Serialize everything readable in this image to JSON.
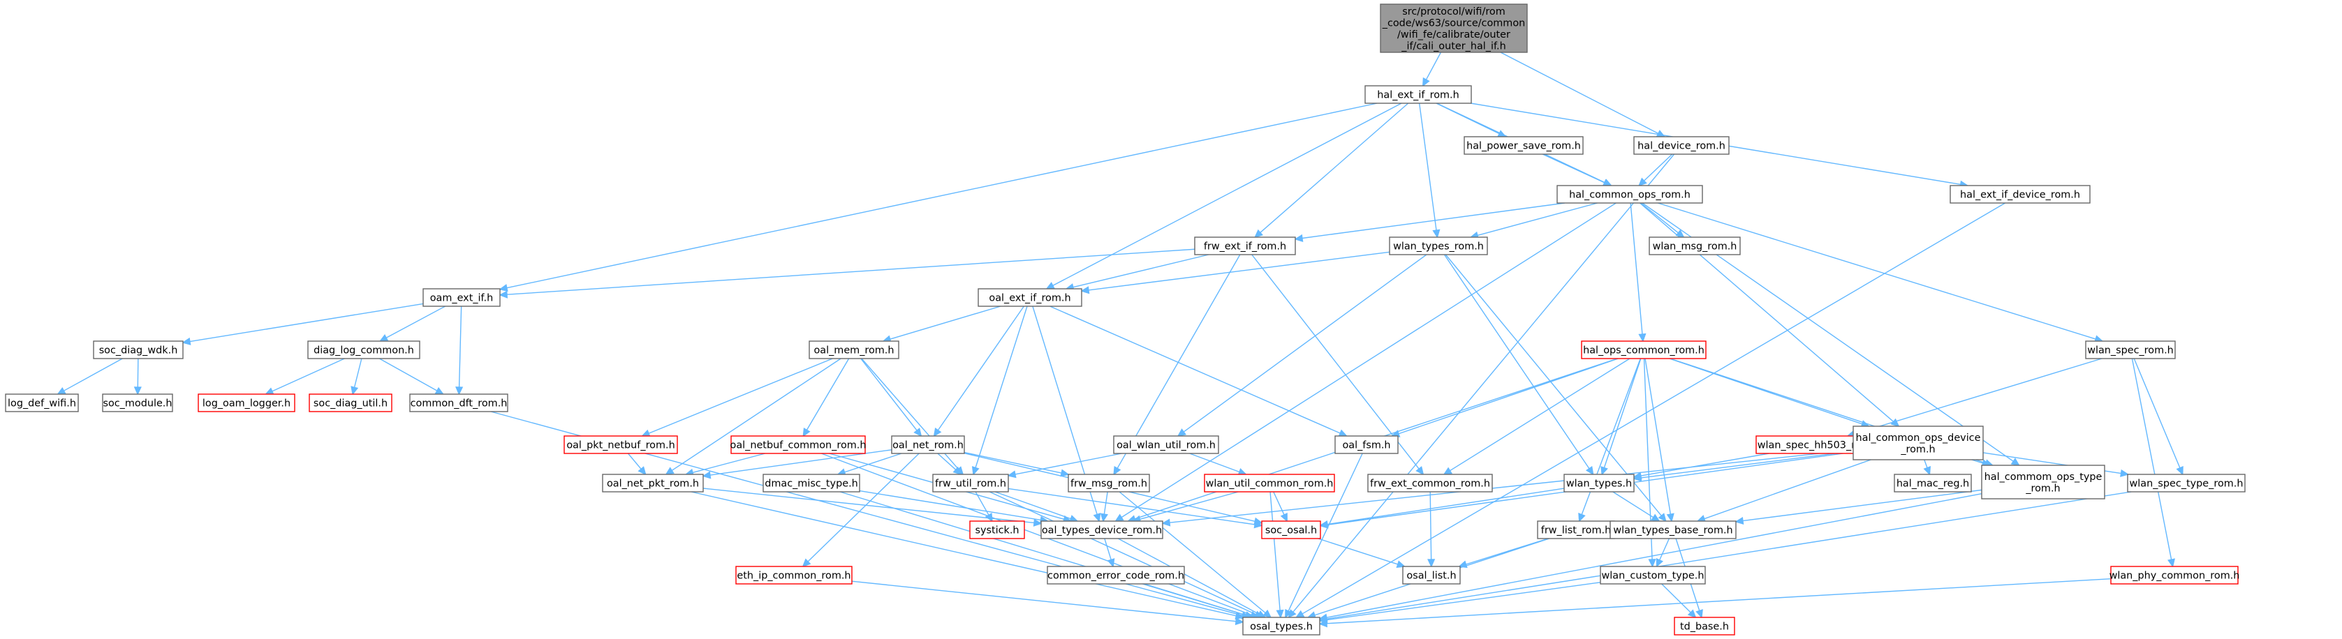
{
  "colors": {
    "edge": "#63b8ff",
    "node_border": "#666666",
    "node_fill": "#ffffff",
    "missing_border": "#ff0000",
    "root_fill": "#999999",
    "text": "#000000"
  },
  "nodes": [
    {
      "id": "root",
      "style": "root",
      "lines": [
        "src/protocol/wifi/rom",
        "_code/ws63/source/common",
        "/wifi_fe/calibrate/outer",
        "_if/cali_outer_hal_if.h"
      ]
    },
    {
      "id": "hal_ext_if_rom",
      "style": "normal",
      "lines": [
        "hal_ext_if_rom.h"
      ]
    },
    {
      "id": "hal_device_rom",
      "style": "normal",
      "lines": [
        "hal_device_rom.h"
      ]
    },
    {
      "id": "hal_power_save_rom",
      "style": "normal",
      "lines": [
        "hal_power_save_rom.h"
      ]
    },
    {
      "id": "hal_common_ops_rom",
      "style": "normal",
      "lines": [
        "hal_common_ops_rom.h"
      ]
    },
    {
      "id": "hal_ext_if_device_rom",
      "style": "normal",
      "lines": [
        "hal_ext_if_device_rom.h"
      ]
    },
    {
      "id": "frw_ext_if_rom",
      "style": "normal",
      "lines": [
        "frw_ext_if_rom.h"
      ]
    },
    {
      "id": "wlan_types_rom",
      "style": "normal",
      "lines": [
        "wlan_types_rom.h"
      ]
    },
    {
      "id": "wlan_msg_rom",
      "style": "normal",
      "lines": [
        "wlan_msg_rom.h"
      ]
    },
    {
      "id": "oam_ext_if",
      "style": "normal",
      "lines": [
        "oam_ext_if.h"
      ]
    },
    {
      "id": "oal_ext_if_rom",
      "style": "normal",
      "lines": [
        "oal_ext_if_rom.h"
      ]
    },
    {
      "id": "soc_diag_wdk",
      "style": "normal",
      "lines": [
        "soc_diag_wdk.h"
      ]
    },
    {
      "id": "diag_log_common",
      "style": "normal",
      "lines": [
        "diag_log_common.h"
      ]
    },
    {
      "id": "oal_mem_rom",
      "style": "normal",
      "lines": [
        "oal_mem_rom.h"
      ]
    },
    {
      "id": "hal_ops_common_rom",
      "style": "missing",
      "lines": [
        "hal_ops_common_rom.h"
      ]
    },
    {
      "id": "wlan_spec_rom",
      "style": "normal",
      "lines": [
        "wlan_spec_rom.h"
      ]
    },
    {
      "id": "log_def_wifi",
      "style": "normal",
      "lines": [
        "log_def_wifi.h"
      ]
    },
    {
      "id": "soc_module",
      "style": "normal",
      "lines": [
        "soc_module.h"
      ]
    },
    {
      "id": "log_oam_logger",
      "style": "missing",
      "lines": [
        "log_oam_logger.h"
      ]
    },
    {
      "id": "soc_diag_util",
      "style": "missing",
      "lines": [
        "soc_diag_util.h"
      ]
    },
    {
      "id": "common_dft_rom",
      "style": "normal",
      "lines": [
        "common_dft_rom.h"
      ]
    },
    {
      "id": "oal_pkt_netbuf_rom",
      "style": "missing",
      "lines": [
        "oal_pkt_netbuf_rom.h"
      ]
    },
    {
      "id": "oal_netbuf_common_rom",
      "style": "missing",
      "lines": [
        "oal_netbuf_common_rom.h"
      ]
    },
    {
      "id": "oal_net_rom",
      "style": "normal",
      "lines": [
        "oal_net_rom.h"
      ]
    },
    {
      "id": "oal_wlan_util_rom",
      "style": "normal",
      "lines": [
        "oal_wlan_util_rom.h"
      ]
    },
    {
      "id": "oal_fsm",
      "style": "normal",
      "lines": [
        "oal_fsm.h"
      ]
    },
    {
      "id": "wlan_spec_hh503_rom",
      "style": "missing",
      "lines": [
        "wlan_spec_hh503_rom.h"
      ]
    },
    {
      "id": "hal_common_ops_device_rom",
      "style": "normal",
      "lines": [
        "hal_common_ops_device",
        "_rom.h"
      ]
    },
    {
      "id": "oal_net_pkt_rom",
      "style": "normal",
      "lines": [
        "oal_net_pkt_rom.h"
      ]
    },
    {
      "id": "dmac_misc_type",
      "style": "normal",
      "lines": [
        "dmac_misc_type.h"
      ]
    },
    {
      "id": "frw_util_rom",
      "style": "normal",
      "lines": [
        "frw_util_rom.h"
      ]
    },
    {
      "id": "frw_msg_rom",
      "style": "normal",
      "lines": [
        "frw_msg_rom.h"
      ]
    },
    {
      "id": "wlan_util_common_rom",
      "style": "missing",
      "lines": [
        "wlan_util_common_rom.h"
      ]
    },
    {
      "id": "frw_ext_common_rom",
      "style": "normal",
      "lines": [
        "frw_ext_common_rom.h"
      ]
    },
    {
      "id": "wlan_types",
      "style": "normal",
      "lines": [
        "wlan_types.h"
      ]
    },
    {
      "id": "hal_mac_reg",
      "style": "normal",
      "lines": [
        "hal_mac_reg.h"
      ]
    },
    {
      "id": "hal_commom_ops_type_rom",
      "style": "normal",
      "lines": [
        "hal_commom_ops_type",
        "_rom.h"
      ]
    },
    {
      "id": "wlan_spec_type_rom",
      "style": "normal",
      "lines": [
        "wlan_spec_type_rom.h"
      ]
    },
    {
      "id": "systick",
      "style": "missing",
      "lines": [
        "systick.h"
      ]
    },
    {
      "id": "oal_types_device_rom",
      "style": "normal",
      "lines": [
        "oal_types_device_rom.h"
      ]
    },
    {
      "id": "soc_osal",
      "style": "missing",
      "lines": [
        "soc_osal.h"
      ]
    },
    {
      "id": "frw_list_rom",
      "style": "normal",
      "lines": [
        "frw_list_rom.h"
      ]
    },
    {
      "id": "wlan_types_base_rom",
      "style": "normal",
      "lines": [
        "wlan_types_base_rom.h"
      ]
    },
    {
      "id": "eth_ip_common_rom",
      "style": "missing",
      "lines": [
        "eth_ip_common_rom.h"
      ]
    },
    {
      "id": "common_error_code_rom",
      "style": "normal",
      "lines": [
        "common_error_code_rom.h"
      ]
    },
    {
      "id": "osal_list",
      "style": "normal",
      "lines": [
        "osal_list.h"
      ]
    },
    {
      "id": "wlan_custom_type",
      "style": "normal",
      "lines": [
        "wlan_custom_type.h"
      ]
    },
    {
      "id": "wlan_phy_common_rom",
      "style": "missing",
      "lines": [
        "wlan_phy_common_rom.h"
      ]
    },
    {
      "id": "osal_types",
      "style": "normal",
      "lines": [
        "osal_types.h"
      ]
    },
    {
      "id": "td_base",
      "style": "missing",
      "lines": [
        "td_base.h"
      ]
    }
  ],
  "edges": [
    [
      "root",
      "hal_ext_if_rom"
    ],
    [
      "root",
      "hal_device_rom"
    ],
    [
      "hal_ext_if_rom",
      "hal_power_save_rom"
    ],
    [
      "hal_ext_if_rom",
      "hal_common_ops_rom"
    ],
    [
      "hal_ext_if_rom",
      "hal_ext_if_device_rom"
    ],
    [
      "hal_ext_if_rom",
      "oam_ext_if"
    ],
    [
      "hal_ext_if_rom",
      "frw_ext_if_rom"
    ],
    [
      "hal_ext_if_rom",
      "wlan_types_rom"
    ],
    [
      "hal_ext_if_rom",
      "oal_ext_if_rom"
    ],
    [
      "hal_device_rom",
      "hal_common_ops_rom"
    ],
    [
      "hal_device_rom",
      "osal_types"
    ],
    [
      "hal_power_save_rom",
      "hal_common_ops_rom"
    ],
    [
      "hal_common_ops_rom",
      "frw_ext_if_rom"
    ],
    [
      "hal_common_ops_rom",
      "wlan_types_rom"
    ],
    [
      "hal_common_ops_rom",
      "wlan_msg_rom"
    ],
    [
      "hal_common_ops_rom",
      "hal_ops_common_rom"
    ],
    [
      "hal_common_ops_rom",
      "hal_common_ops_device_rom"
    ],
    [
      "hal_common_ops_rom",
      "hal_commom_ops_type_rom"
    ],
    [
      "hal_common_ops_rom",
      "wlan_spec_rom"
    ],
    [
      "hal_common_ops_rom",
      "oal_types_device_rom"
    ],
    [
      "hal_ext_if_device_rom",
      "osal_types"
    ],
    [
      "frw_ext_if_rom",
      "oam_ext_if"
    ],
    [
      "frw_ext_if_rom",
      "oal_ext_if_rom"
    ],
    [
      "frw_ext_if_rom",
      "frw_msg_rom"
    ],
    [
      "frw_ext_if_rom",
      "frw_ext_common_rom"
    ],
    [
      "wlan_types_rom",
      "oal_ext_if_rom"
    ],
    [
      "wlan_types_rom",
      "oal_wlan_util_rom"
    ],
    [
      "wlan_types_rom",
      "wlan_types"
    ],
    [
      "wlan_types_rom",
      "wlan_types_base_rom"
    ],
    [
      "oam_ext_if",
      "soc_diag_wdk"
    ],
    [
      "oam_ext_if",
      "diag_log_common"
    ],
    [
      "oam_ext_if",
      "common_dft_rom"
    ],
    [
      "oal_ext_if_rom",
      "oal_mem_rom"
    ],
    [
      "oal_ext_if_rom",
      "oal_net_rom"
    ],
    [
      "oal_ext_if_rom",
      "frw_util_rom"
    ],
    [
      "oal_ext_if_rom",
      "oal_fsm"
    ],
    [
      "oal_ext_if_rom",
      "oal_types_device_rom"
    ],
    [
      "soc_diag_wdk",
      "log_def_wifi"
    ],
    [
      "soc_diag_wdk",
      "soc_module"
    ],
    [
      "diag_log_common",
      "log_oam_logger"
    ],
    [
      "diag_log_common",
      "soc_diag_util"
    ],
    [
      "diag_log_common",
      "common_dft_rom"
    ],
    [
      "common_dft_rom",
      "osal_types"
    ],
    [
      "oal_mem_rom",
      "oal_pkt_netbuf_rom"
    ],
    [
      "oal_mem_rom",
      "oal_netbuf_common_rom"
    ],
    [
      "oal_mem_rom",
      "oal_net_rom"
    ],
    [
      "oal_mem_rom",
      "oal_net_pkt_rom"
    ],
    [
      "oal_mem_rom",
      "frw_util_rom"
    ],
    [
      "oal_pkt_netbuf_rom",
      "oal_net_pkt_rom"
    ],
    [
      "oal_netbuf_common_rom",
      "oal_net_pkt_rom"
    ],
    [
      "oal_netbuf_common_rom",
      "oal_types_device_rom"
    ],
    [
      "oal_netbuf_common_rom",
      "osal_types"
    ],
    [
      "oal_net_rom",
      "oal_net_pkt_rom"
    ],
    [
      "oal_net_rom",
      "dmac_misc_type"
    ],
    [
      "oal_net_rom",
      "frw_util_rom"
    ],
    [
      "oal_net_rom",
      "frw_msg_rom"
    ],
    [
      "oal_net_rom",
      "eth_ip_common_rom"
    ],
    [
      "oal_net_rom",
      "soc_osal"
    ],
    [
      "oal_wlan_util_rom",
      "frw_util_rom"
    ],
    [
      "oal_wlan_util_rom",
      "wlan_util_common_rom"
    ],
    [
      "oal_fsm",
      "osal_types"
    ],
    [
      "hal_ops_common_rom",
      "oal_fsm"
    ],
    [
      "hal_ops_common_rom",
      "hal_common_ops_device_rom"
    ],
    [
      "hal_ops_common_rom",
      "frw_ext_common_rom"
    ],
    [
      "hal_ops_common_rom",
      "wlan_types"
    ],
    [
      "hal_ops_common_rom",
      "hal_commom_ops_type_rom"
    ],
    [
      "hal_ops_common_rom",
      "frw_list_rom"
    ],
    [
      "hal_ops_common_rom",
      "wlan_types_base_rom"
    ],
    [
      "hal_ops_common_rom",
      "wlan_custom_type"
    ],
    [
      "hal_ops_common_rom",
      "oal_types_device_rom"
    ],
    [
      "wlan_spec_rom",
      "wlan_spec_hh503_rom"
    ],
    [
      "wlan_spec_rom",
      "wlan_spec_type_rom"
    ],
    [
      "wlan_spec_rom",
      "wlan_phy_common_rom"
    ],
    [
      "wlan_spec_hh503_rom",
      "wlan_types"
    ],
    [
      "hal_common_ops_device_rom",
      "wlan_types"
    ],
    [
      "hal_common_ops_device_rom",
      "hal_mac_reg"
    ],
    [
      "hal_common_ops_device_rom",
      "hal_commom_ops_type_rom"
    ],
    [
      "hal_common_ops_device_rom",
      "wlan_spec_type_rom"
    ],
    [
      "hal_common_ops_device_rom",
      "wlan_types_base_rom"
    ],
    [
      "hal_common_ops_device_rom",
      "oal_types_device_rom"
    ],
    [
      "hal_common_ops_device_rom",
      "soc_osal"
    ],
    [
      "oal_net_pkt_rom",
      "oal_types_device_rom"
    ],
    [
      "oal_net_pkt_rom",
      "osal_types"
    ],
    [
      "dmac_misc_type",
      "oal_types_device_rom"
    ],
    [
      "dmac_misc_type",
      "osal_types"
    ],
    [
      "frw_util_rom",
      "systick"
    ],
    [
      "frw_util_rom",
      "oal_types_device_rom"
    ],
    [
      "frw_util_rom",
      "soc_osal"
    ],
    [
      "frw_util_rom",
      "osal_types"
    ],
    [
      "frw_msg_rom",
      "oal_types_device_rom"
    ],
    [
      "frw_msg_rom",
      "osal_types"
    ],
    [
      "wlan_util_common_rom",
      "oal_types_device_rom"
    ],
    [
      "wlan_util_common_rom",
      "soc_osal"
    ],
    [
      "wlan_util_common_rom",
      "osal_types"
    ],
    [
      "frw_ext_common_rom",
      "osal_list"
    ],
    [
      "wlan_types",
      "wlan_types_base_rom"
    ],
    [
      "wlan_types",
      "soc_osal"
    ],
    [
      "hal_commom_ops_type_rom",
      "wlan_types_base_rom"
    ],
    [
      "hal_commom_ops_type_rom",
      "osal_types"
    ],
    [
      "wlan_spec_type_rom",
      "osal_types"
    ],
    [
      "oal_types_device_rom",
      "common_error_code_rom"
    ],
    [
      "oal_types_device_rom",
      "osal_types"
    ],
    [
      "soc_osal",
      "osal_list"
    ],
    [
      "frw_list_rom",
      "osal_list"
    ],
    [
      "frw_list_rom",
      "osal_types"
    ],
    [
      "wlan_types_base_rom",
      "wlan_custom_type"
    ],
    [
      "wlan_types_base_rom",
      "td_base"
    ],
    [
      "eth_ip_common_rom",
      "osal_types"
    ],
    [
      "common_error_code_rom",
      "osal_types"
    ],
    [
      "wlan_custom_type",
      "td_base"
    ],
    [
      "wlan_custom_type",
      "osal_types"
    ],
    [
      "wlan_phy_common_rom",
      "osal_types"
    ]
  ]
}
